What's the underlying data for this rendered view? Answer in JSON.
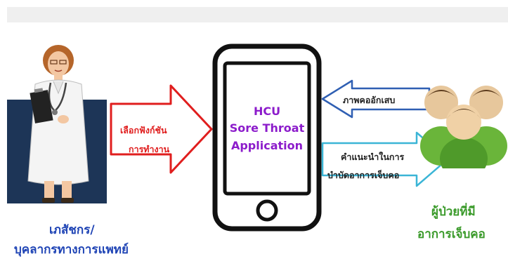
{
  "diagram": {
    "left_label_line1": "เภสัชกร/",
    "left_label_line2": "บุคลากรทางการแพทย์",
    "arrow_left_line1": "เลือกฟังก์ชัน",
    "arrow_left_line2": "การทำงาน",
    "app_line1": "HCU",
    "app_line2": "Sore Throat",
    "app_line3": "Application",
    "arrow_in_label": "ภาพคออักเสบ",
    "arrow_out_line1": "คำแนะนำในการ",
    "arrow_out_line2": "บำบัดอาการเจ็บคอ",
    "right_label_line1": "ผู้ป่วยที่มี",
    "right_label_line2": "อาการเจ็บคอ"
  },
  "colors": {
    "left_label": "#1f44b5",
    "right_label": "#3a9a2a",
    "arrow_left_text": "#e01e1e",
    "app_text": "#8c1ccb",
    "arrow_in_stroke": "#2f5fb3",
    "arrow_out_stroke": "#3bb5d6"
  }
}
